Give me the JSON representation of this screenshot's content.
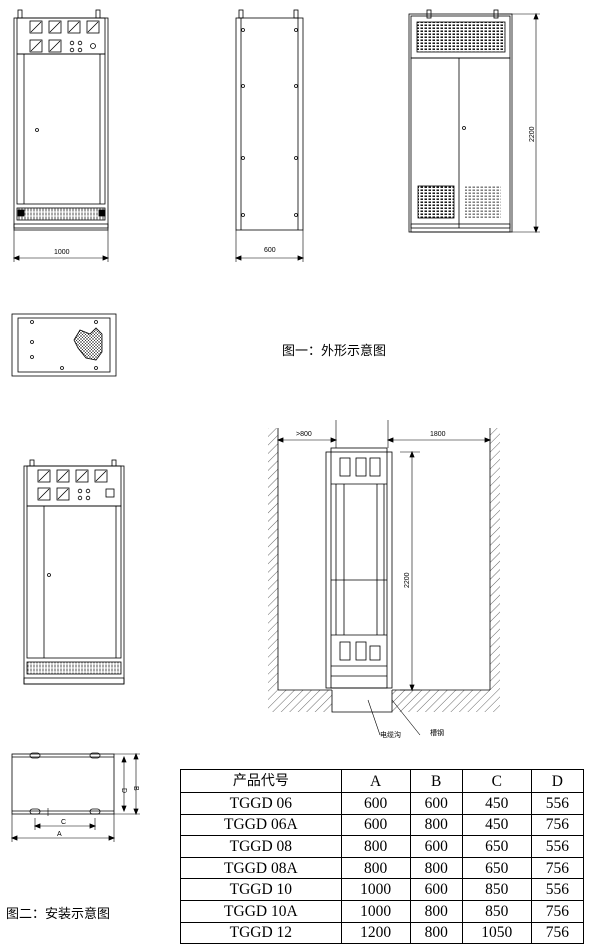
{
  "captions": {
    "fig1": "图一：外形示意图",
    "fig2": "图二：安装示意图"
  },
  "dims": {
    "front_width": "1000",
    "side_depth": "600",
    "rear_height": "2200",
    "install_left": ">800",
    "install_right": "1800",
    "install_height": "2200",
    "label_a": "A",
    "label_b": "B",
    "label_c": "C",
    "label_d": "D"
  },
  "labels": {
    "cable_trench": "电缆沟",
    "channel_steel": "槽钢"
  },
  "table": {
    "headers": [
      "产品代号",
      "A",
      "B",
      "C",
      "D"
    ],
    "rows": [
      [
        "TGGD 06",
        "600",
        "600",
        "450",
        "556"
      ],
      [
        "TGGD 06A",
        "600",
        "800",
        "450",
        "756"
      ],
      [
        "TGGD 08",
        "800",
        "600",
        "650",
        "556"
      ],
      [
        "TGGD 08A",
        "800",
        "800",
        "650",
        "756"
      ],
      [
        "TGGD 10",
        "1000",
        "600",
        "850",
        "556"
      ],
      [
        "TGGD 10A",
        "1000",
        "800",
        "850",
        "756"
      ],
      [
        "TGGD 12",
        "1200",
        "800",
        "1050",
        "756"
      ]
    ]
  }
}
